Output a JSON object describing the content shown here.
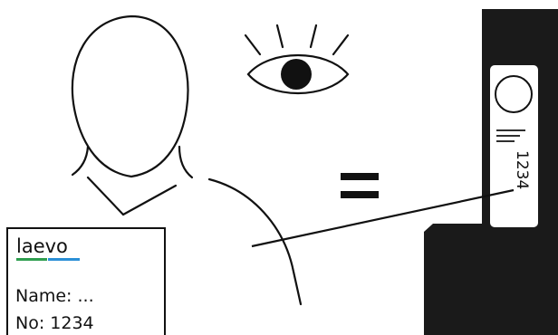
{
  "colors": {
    "ink": "#111111",
    "badge_body": "#1a1a1a",
    "logo_green": "#2e9e4f",
    "logo_blue": "#2a8fd6",
    "background": "#ffffff"
  },
  "id_card": {
    "logo": "laevo",
    "name_line": "Name: ...",
    "number_line": "No: 1234"
  },
  "badge": {
    "number": "1234"
  },
  "icons": [
    "person-outline-icon",
    "eye-icon",
    "equals-sign-icon",
    "badge-device-icon"
  ]
}
